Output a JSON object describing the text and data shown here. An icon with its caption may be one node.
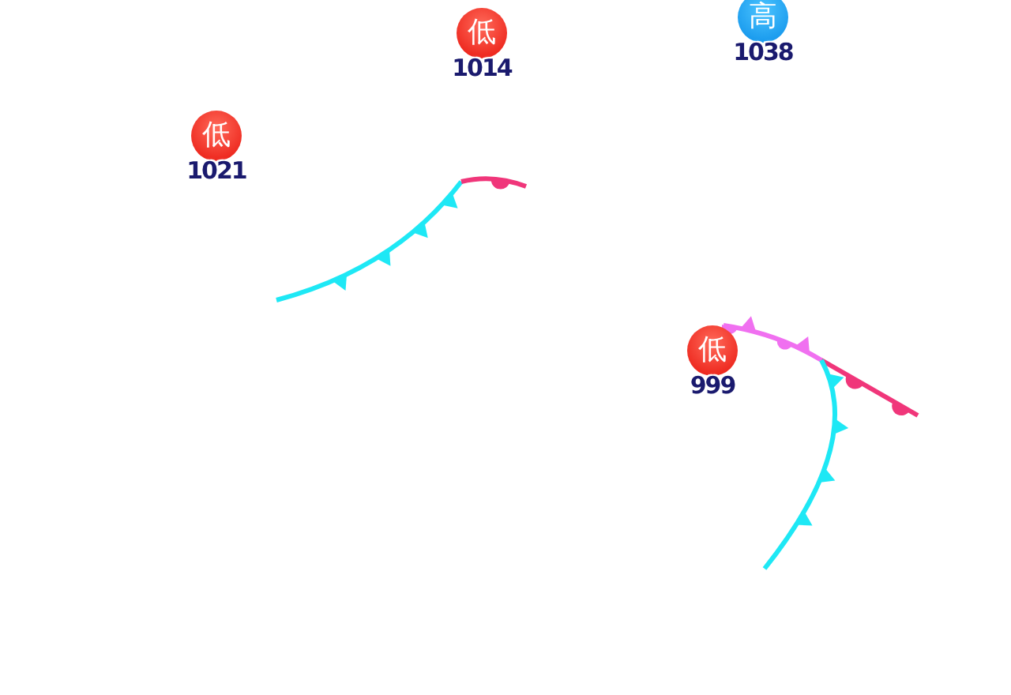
{
  "diagram": {
    "nodes": [
      {
        "text": [
          "低"
        ],
        "beside": [
          "1014"
        ]
      },
      {
        "text": [
          "高"
        ],
        "beside": [
          "1038"
        ]
      },
      {
        "text": [
          "低"
        ],
        "beside": [
          "1021"
        ]
      },
      {
        "text": [
          "低"
        ],
        "beside": [
          "999"
        ]
      }
    ],
    "edges": []
  }
}
